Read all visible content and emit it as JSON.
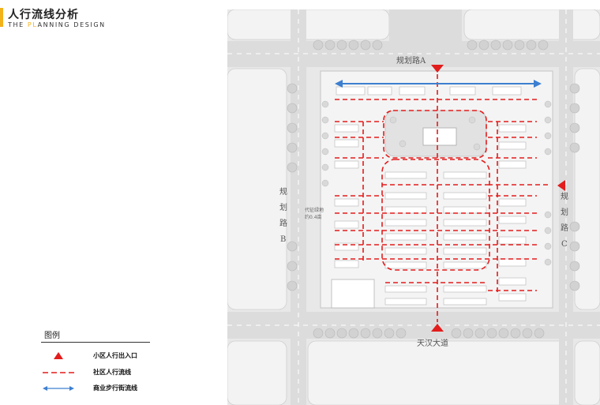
{
  "header": {
    "title": "人行流线分析",
    "subtitle_pre": "THE ",
    "subtitle_hl": "PL",
    "subtitle_post": "ANNING DESIGN",
    "accent_color": "#f2b21c"
  },
  "map": {
    "roads": {
      "north": "规划路A",
      "south": "天汉大道",
      "west": [
        "规",
        "划",
        "路",
        "B"
      ],
      "east": [
        "规",
        "划",
        "路",
        "C"
      ]
    },
    "green_note": [
      "代征绿地",
      "约0.4亩"
    ],
    "colors": {
      "pedestrian": "#e31c1c",
      "commercial": "#3c7fd0",
      "entrance": "#e31c1c"
    }
  },
  "legend": {
    "title": "图例",
    "items": [
      {
        "icon": "entrance-triangle-icon",
        "label": "小区人行出入口"
      },
      {
        "icon": "dashed-line-icon",
        "label": "社区人行流线"
      },
      {
        "icon": "double-arrow-icon",
        "label": "商业步行街流线"
      }
    ]
  }
}
